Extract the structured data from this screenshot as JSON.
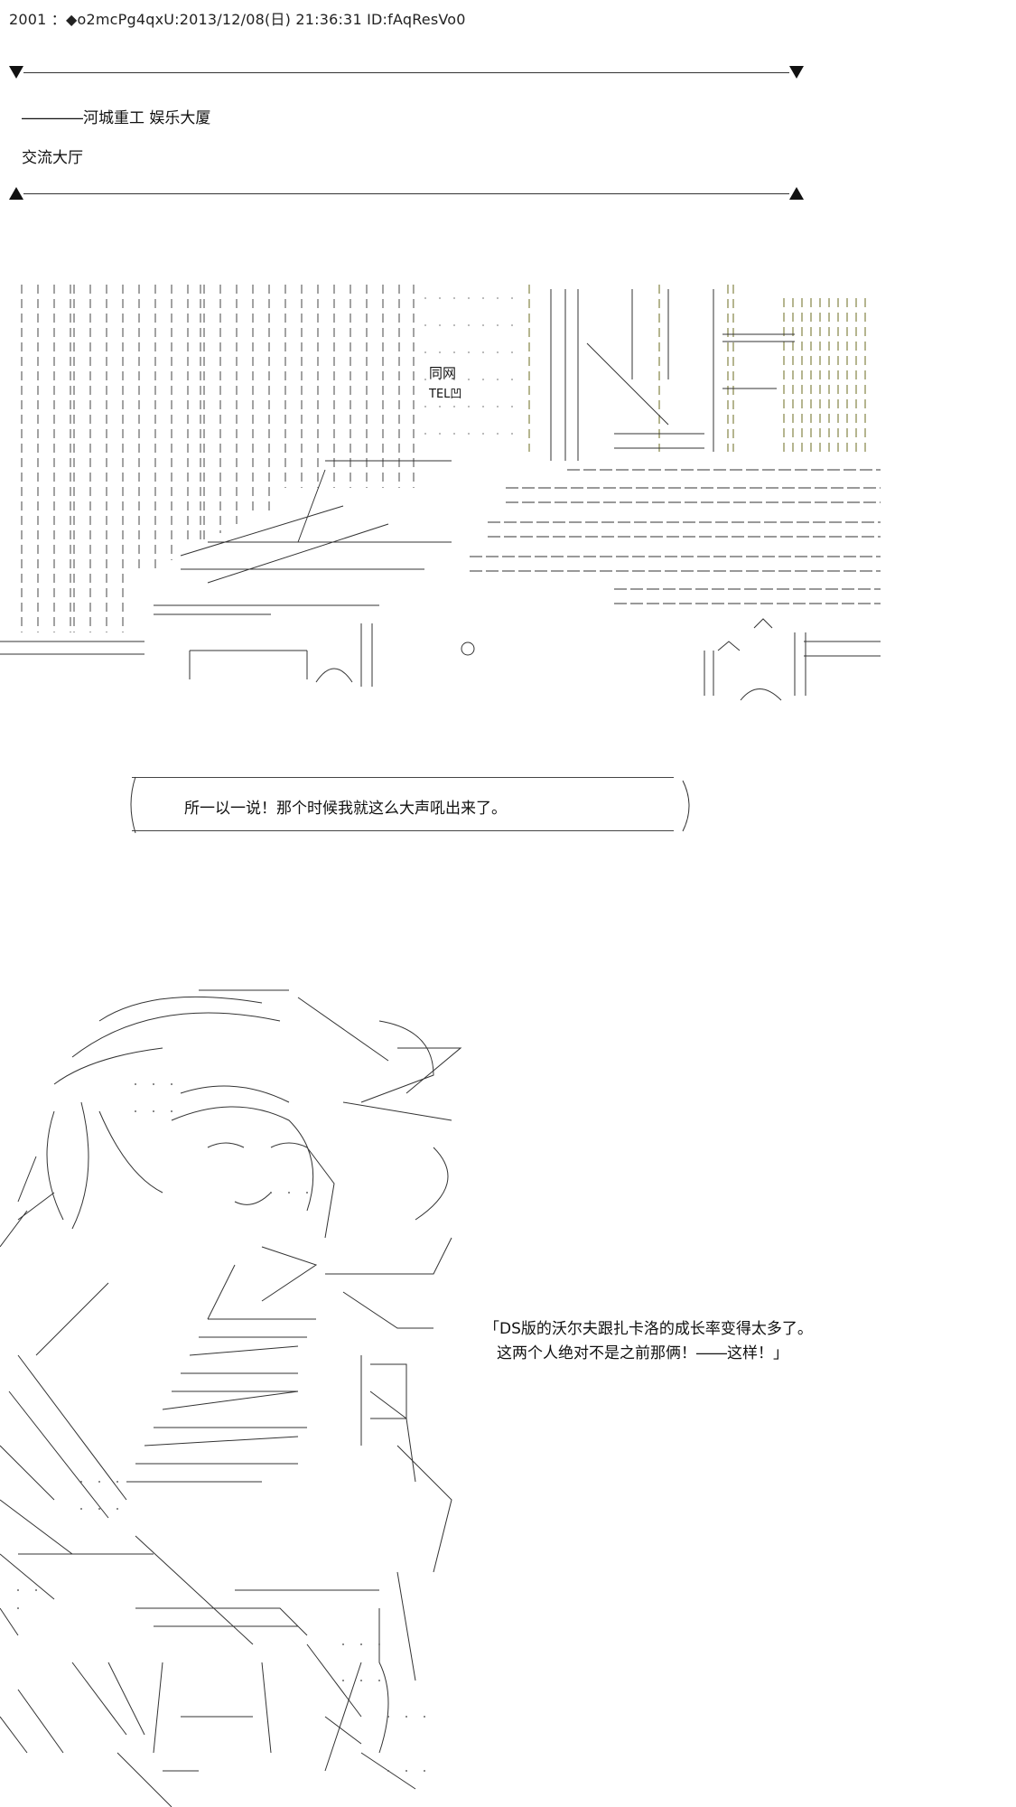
{
  "post": {
    "header": "2001 ：◆o2mcPg4qxU:2013/12/08(日) 21:36:31 ID:fAqResVo0"
  },
  "scene": {
    "location_line1": "――――河城重工 娱乐大厦",
    "location_line2": "交流大厅",
    "sign_line1": "同网",
    "sign_line2": "TEL凹"
  },
  "dialogue": {
    "speech_bubble": "所一以一说！那个时候我就这么大声吼出来了。",
    "quote_line1": "「DS版的沃尔夫跟扎卡洛的成长率变得太多了。",
    "quote_line2": "这两个人绝对不是之前那俩！――这样！」"
  },
  "colors": {
    "background": "#ffffff",
    "text": "#111111",
    "art_stroke": "#333333",
    "art_accent": "#6b6b1f"
  }
}
